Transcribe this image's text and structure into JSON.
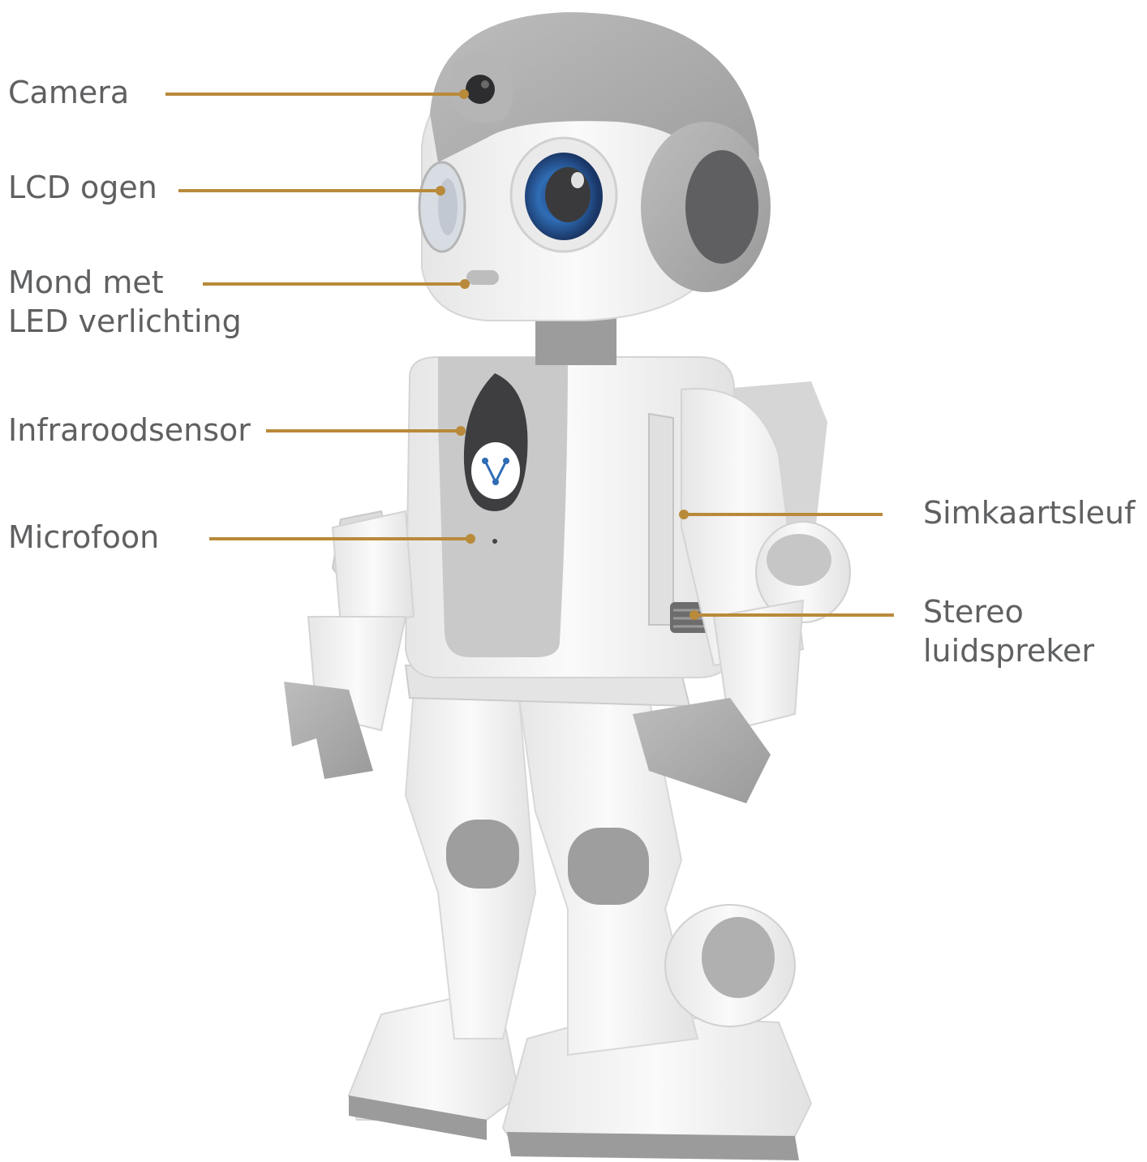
{
  "accent_color": "#b98a3a",
  "label_color": "#5f6062",
  "robot": {
    "body_color": "#f4f4f4",
    "trim_color": "#a8a8a8",
    "dark_color": "#5c5c5e",
    "eye_color": "#2f6db5"
  },
  "callouts": {
    "camera": {
      "label": "Camera"
    },
    "lcd_eyes": {
      "label": "LCD ogen"
    },
    "mouth": {
      "label_line1": "Mond met",
      "label_line2": "LED verlichting"
    },
    "infrared": {
      "label": "Infraroodsensor"
    },
    "microphone": {
      "label": "Microfoon"
    },
    "sim_slot": {
      "label": "Simkaartsleuf"
    },
    "speaker": {
      "label_line1": "Stereo",
      "label_line2": "luidspreker"
    }
  }
}
